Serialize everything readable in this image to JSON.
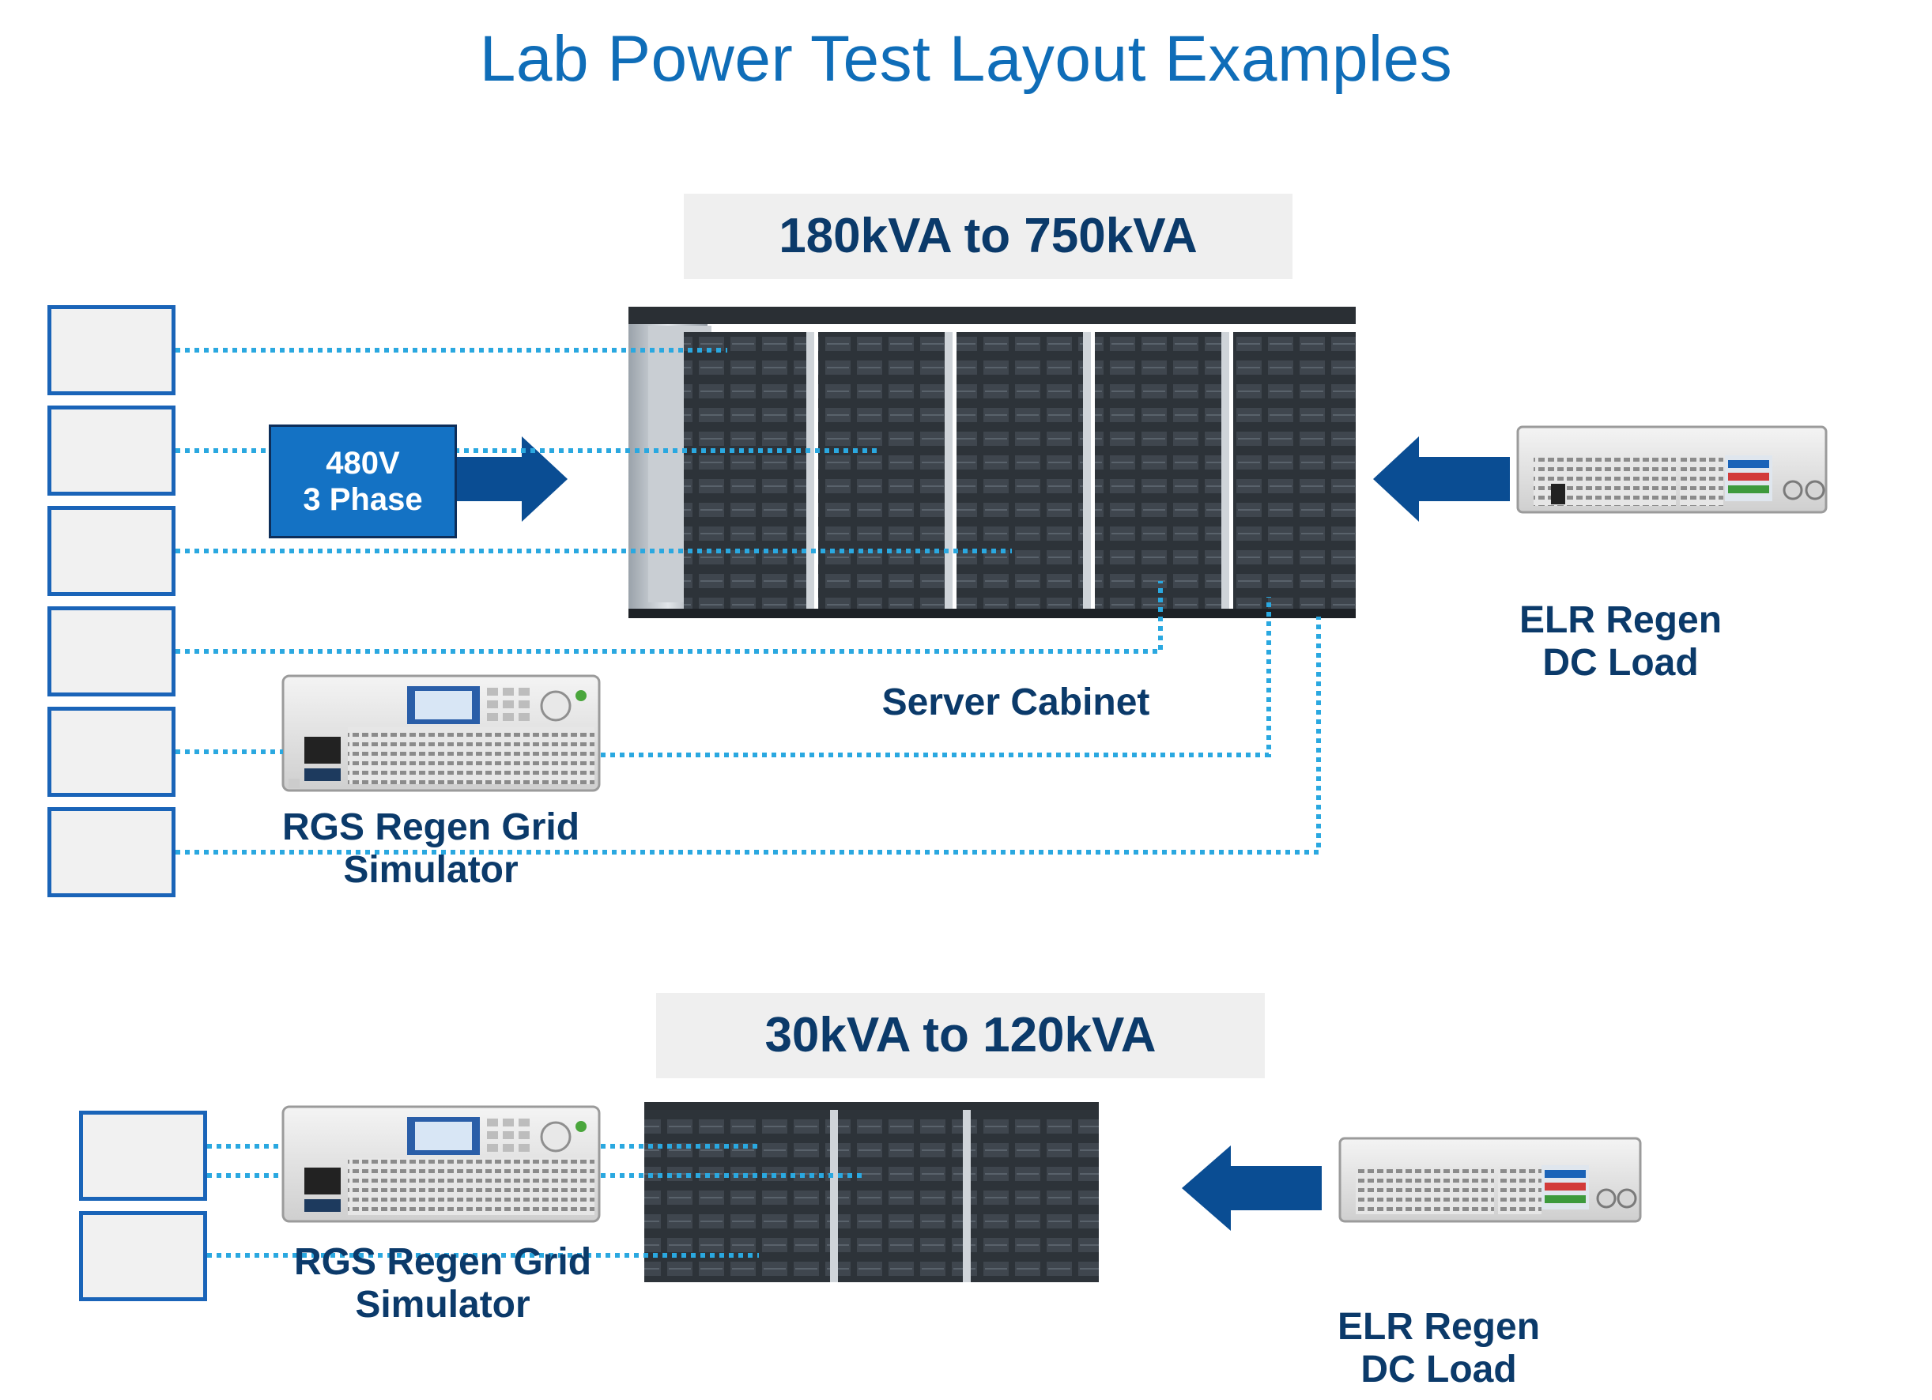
{
  "title": "Lab Power Test Layout Examples",
  "top_section": {
    "range_label": "180kVA to 750kVA",
    "supply_label_line1": "480V",
    "supply_label_line2": "3 Phase",
    "server_label": "Server Cabinet",
    "rgs_label_line1": "RGS Regen Grid",
    "rgs_label_line2": "Simulator",
    "elr_label_line1": "ELR Regen",
    "elr_label_line2": "DC Load"
  },
  "bottom_section": {
    "range_label": "30kVA to 120kVA",
    "rgs_label_line1": "RGS Regen Grid",
    "rgs_label_line2": "Simulator",
    "elr_label_line1": "ELR Regen",
    "elr_label_line2": "DC Load"
  },
  "colors": {
    "title": "#0f6db8",
    "arrow": "#0a4d93",
    "dotted_line": "#2aa8e0",
    "outlet_border": "#1a64b8",
    "label_text": "#0b3a6a",
    "phase_box": "#1472c4"
  },
  "icons": [
    "server-rack-icon",
    "grid-simulator-icon",
    "dc-load-icon",
    "arrow-right-icon",
    "arrow-left-icon"
  ]
}
